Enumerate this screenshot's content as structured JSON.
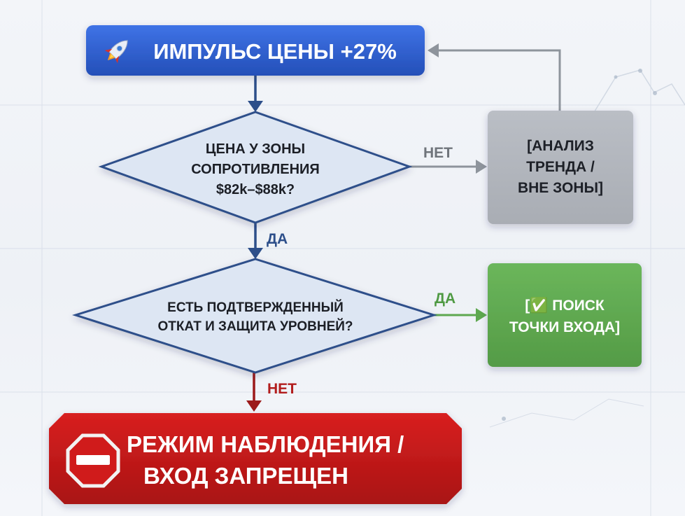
{
  "nodes": {
    "start": {
      "icon": "rocket-icon",
      "label": "ИМПУЛЬС ЦЕНЫ +27%"
    },
    "decision_zone": {
      "lines": [
        "ЦЕНА У ЗОНЫ",
        "СОПРОТИВЛЕНИЯ",
        "$82k–$88k?"
      ]
    },
    "trend_analysis": {
      "lines": [
        "[АНАЛИЗ",
        "ТРЕНДА /",
        "ВНЕ ЗОНЫ]"
      ]
    },
    "decision_pullback": {
      "lines": [
        "ЕСТЬ ПОДТВЕРЖДЕННЫЙ",
        "ОТКАТ И ЗАЩИТА УРОВНЕЙ?"
      ]
    },
    "entry_search": {
      "icon": "check-mark-icon",
      "lines": [
        "[✅ ПОИСК",
        "ТОЧКИ ВХОДА]"
      ]
    },
    "watch_mode": {
      "icon": "stop-sign-icon",
      "lines": [
        "РЕЖИМ НАБЛЮДЕНИЯ /",
        "ВХОД ЗАПРЕЩЕН"
      ]
    }
  },
  "edges": {
    "zone_no": "НЕТ",
    "zone_yes": "ДА",
    "pullback_yes": "ДА",
    "pullback_no": "НЕТ"
  },
  "colors": {
    "start_fill": "#2f5fd0",
    "decision_fill": "#dde6f3",
    "decision_stroke": "#2d4f8a",
    "arrow_blue": "#2d4f8a",
    "gray_box": "#b1b5bd",
    "arrow_gray": "#8e949c",
    "green_box": "#5ea84f",
    "arrow_green": "#5ea84f",
    "red_box": "#c41a1a",
    "arrow_red": "#9c1a1a",
    "label_gray": "#6f747b",
    "label_green": "#4f9a43",
    "label_red": "#b21d1d",
    "label_blue": "#2d4f8a"
  }
}
